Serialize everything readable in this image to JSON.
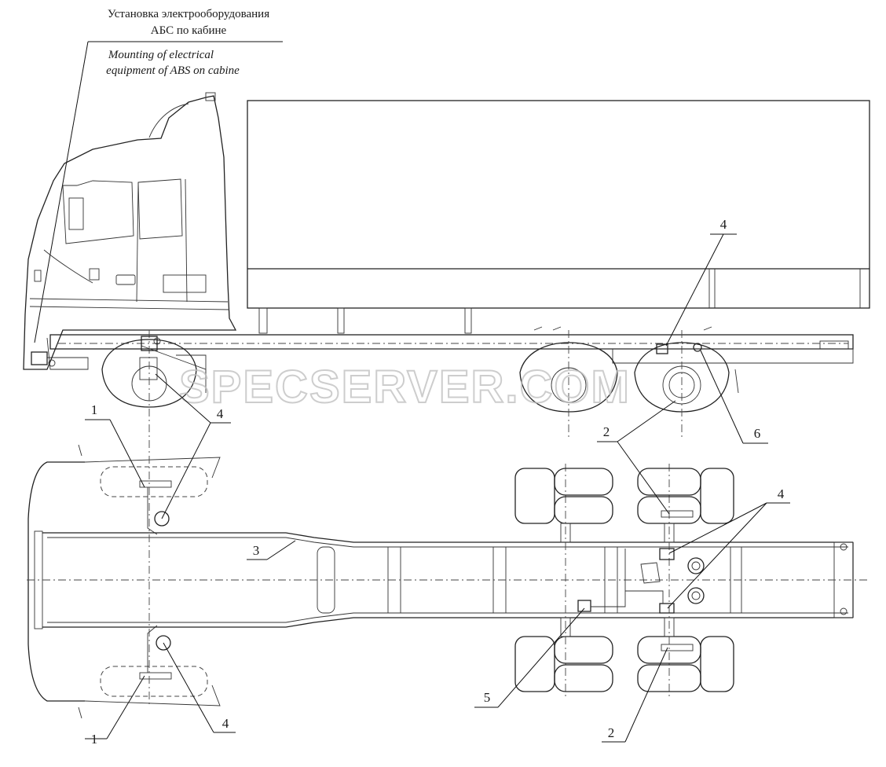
{
  "header": {
    "title_ru_line1": "Установка электрооборудования",
    "title_ru_line2": "АБС по кабине",
    "title_en_line1": "Mounting of electrical",
    "title_en_line2": "equipment of ABS on cabine"
  },
  "watermark": "SPECSERVER.COM",
  "callouts": {
    "side_top_4": "4",
    "side_left_1": "1",
    "side_left_4": "4",
    "side_right_2": "2",
    "side_right_6": "6",
    "plan_3": "3",
    "plan_right_4": "4",
    "plan_5": "5",
    "plan_bottom_1": "1",
    "plan_bottom_4": "4",
    "plan_bottom_2": "2"
  }
}
